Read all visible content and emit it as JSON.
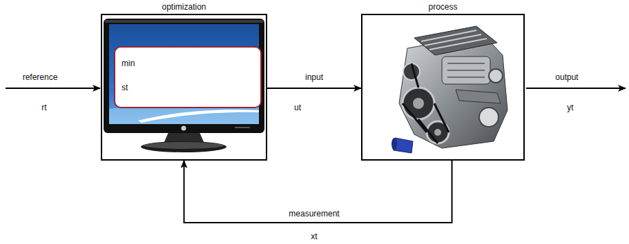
{
  "diagram": {
    "nodes": [
      {
        "text": [
          "optimization"
        ]
      },
      {
        "text": [
          "min",
          "st"
        ],
        "in": 0
      },
      {
        "text": [
          "process"
        ]
      }
    ],
    "edges": [
      {
        "from": 0,
        "to": 2,
        "label": "input",
        "arrow": "to"
      },
      {
        "from": 2,
        "to": 0,
        "label": "measurement",
        "arrow": "to"
      }
    ],
    "labels": [
      "reference",
      "rt",
      "ut",
      "output",
      "yt",
      "xt"
    ]
  }
}
